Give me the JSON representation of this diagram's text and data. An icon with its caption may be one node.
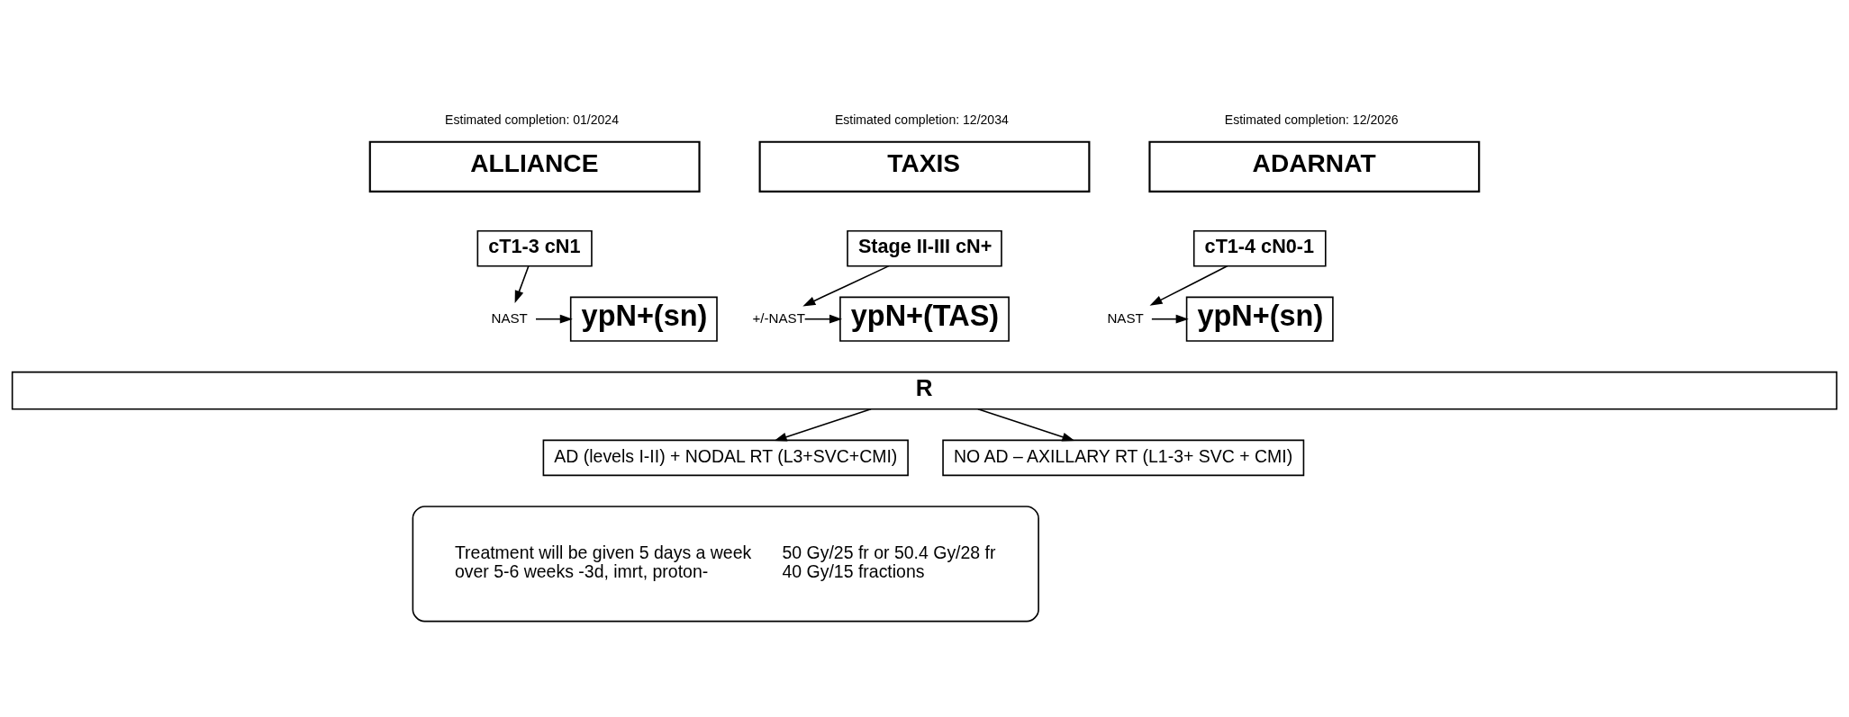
{
  "diagram": {
    "nodes": [
      {
        "text": [
          "ALLIANCE"
        ],
        "beside": [
          "Estimated completion: 01/2024"
        ]
      },
      {
        "text": [
          "cT1-3 cN1"
        ]
      },
      {
        "text": [
          "NAST"
        ]
      },
      {
        "text": [
          "ypN+(sn)"
        ]
      },
      {
        "text": [
          "TAXIS"
        ],
        "beside": [
          "Estimated completion: 12/2034"
        ]
      },
      {
        "text": [
          "Stage II-III cN+"
        ]
      },
      {
        "text": [
          "+/-NAST"
        ]
      },
      {
        "text": [
          "ypN+(TAS)"
        ]
      },
      {
        "text": [
          "ADARNAT"
        ],
        "beside": [
          "Estimated completion: 12/2026"
        ]
      },
      {
        "text": [
          "cT1-4 cN0-1"
        ]
      },
      {
        "text": [
          "NAST"
        ]
      },
      {
        "text": [
          "ypN+(sn)"
        ]
      },
      {
        "text": [
          "R"
        ]
      },
      {
        "text": [
          "AD (levels I-II) + NODAL RT (L3+SVC+CMI)"
        ]
      },
      {
        "text": [
          "NO AD – AXILLARY RT (L1-3+ SVC + CMI)"
        ]
      },
      {
        "text": [
          "Treatment will be given 5 days a week over 5-6 weeks -3d, imrt, proton-",
          "50 Gy/25 fr or 50.4 Gy/28 fr 40 Gy/15 fractions"
        ]
      }
    ],
    "edges": [
      {
        "from": 1,
        "to": 2,
        "arrow": "to"
      },
      {
        "from": 2,
        "to": 3,
        "arrow": "to"
      },
      {
        "from": 5,
        "to": 6,
        "arrow": "to"
      },
      {
        "from": 6,
        "to": 7,
        "arrow": "to"
      },
      {
        "from": 9,
        "to": 10,
        "arrow": "to"
      },
      {
        "from": 10,
        "to": 11,
        "arrow": "to"
      },
      {
        "from": 12,
        "to": 13,
        "arrow": "to"
      },
      {
        "from": 12,
        "to": 14,
        "arrow": "to"
      }
    ]
  }
}
